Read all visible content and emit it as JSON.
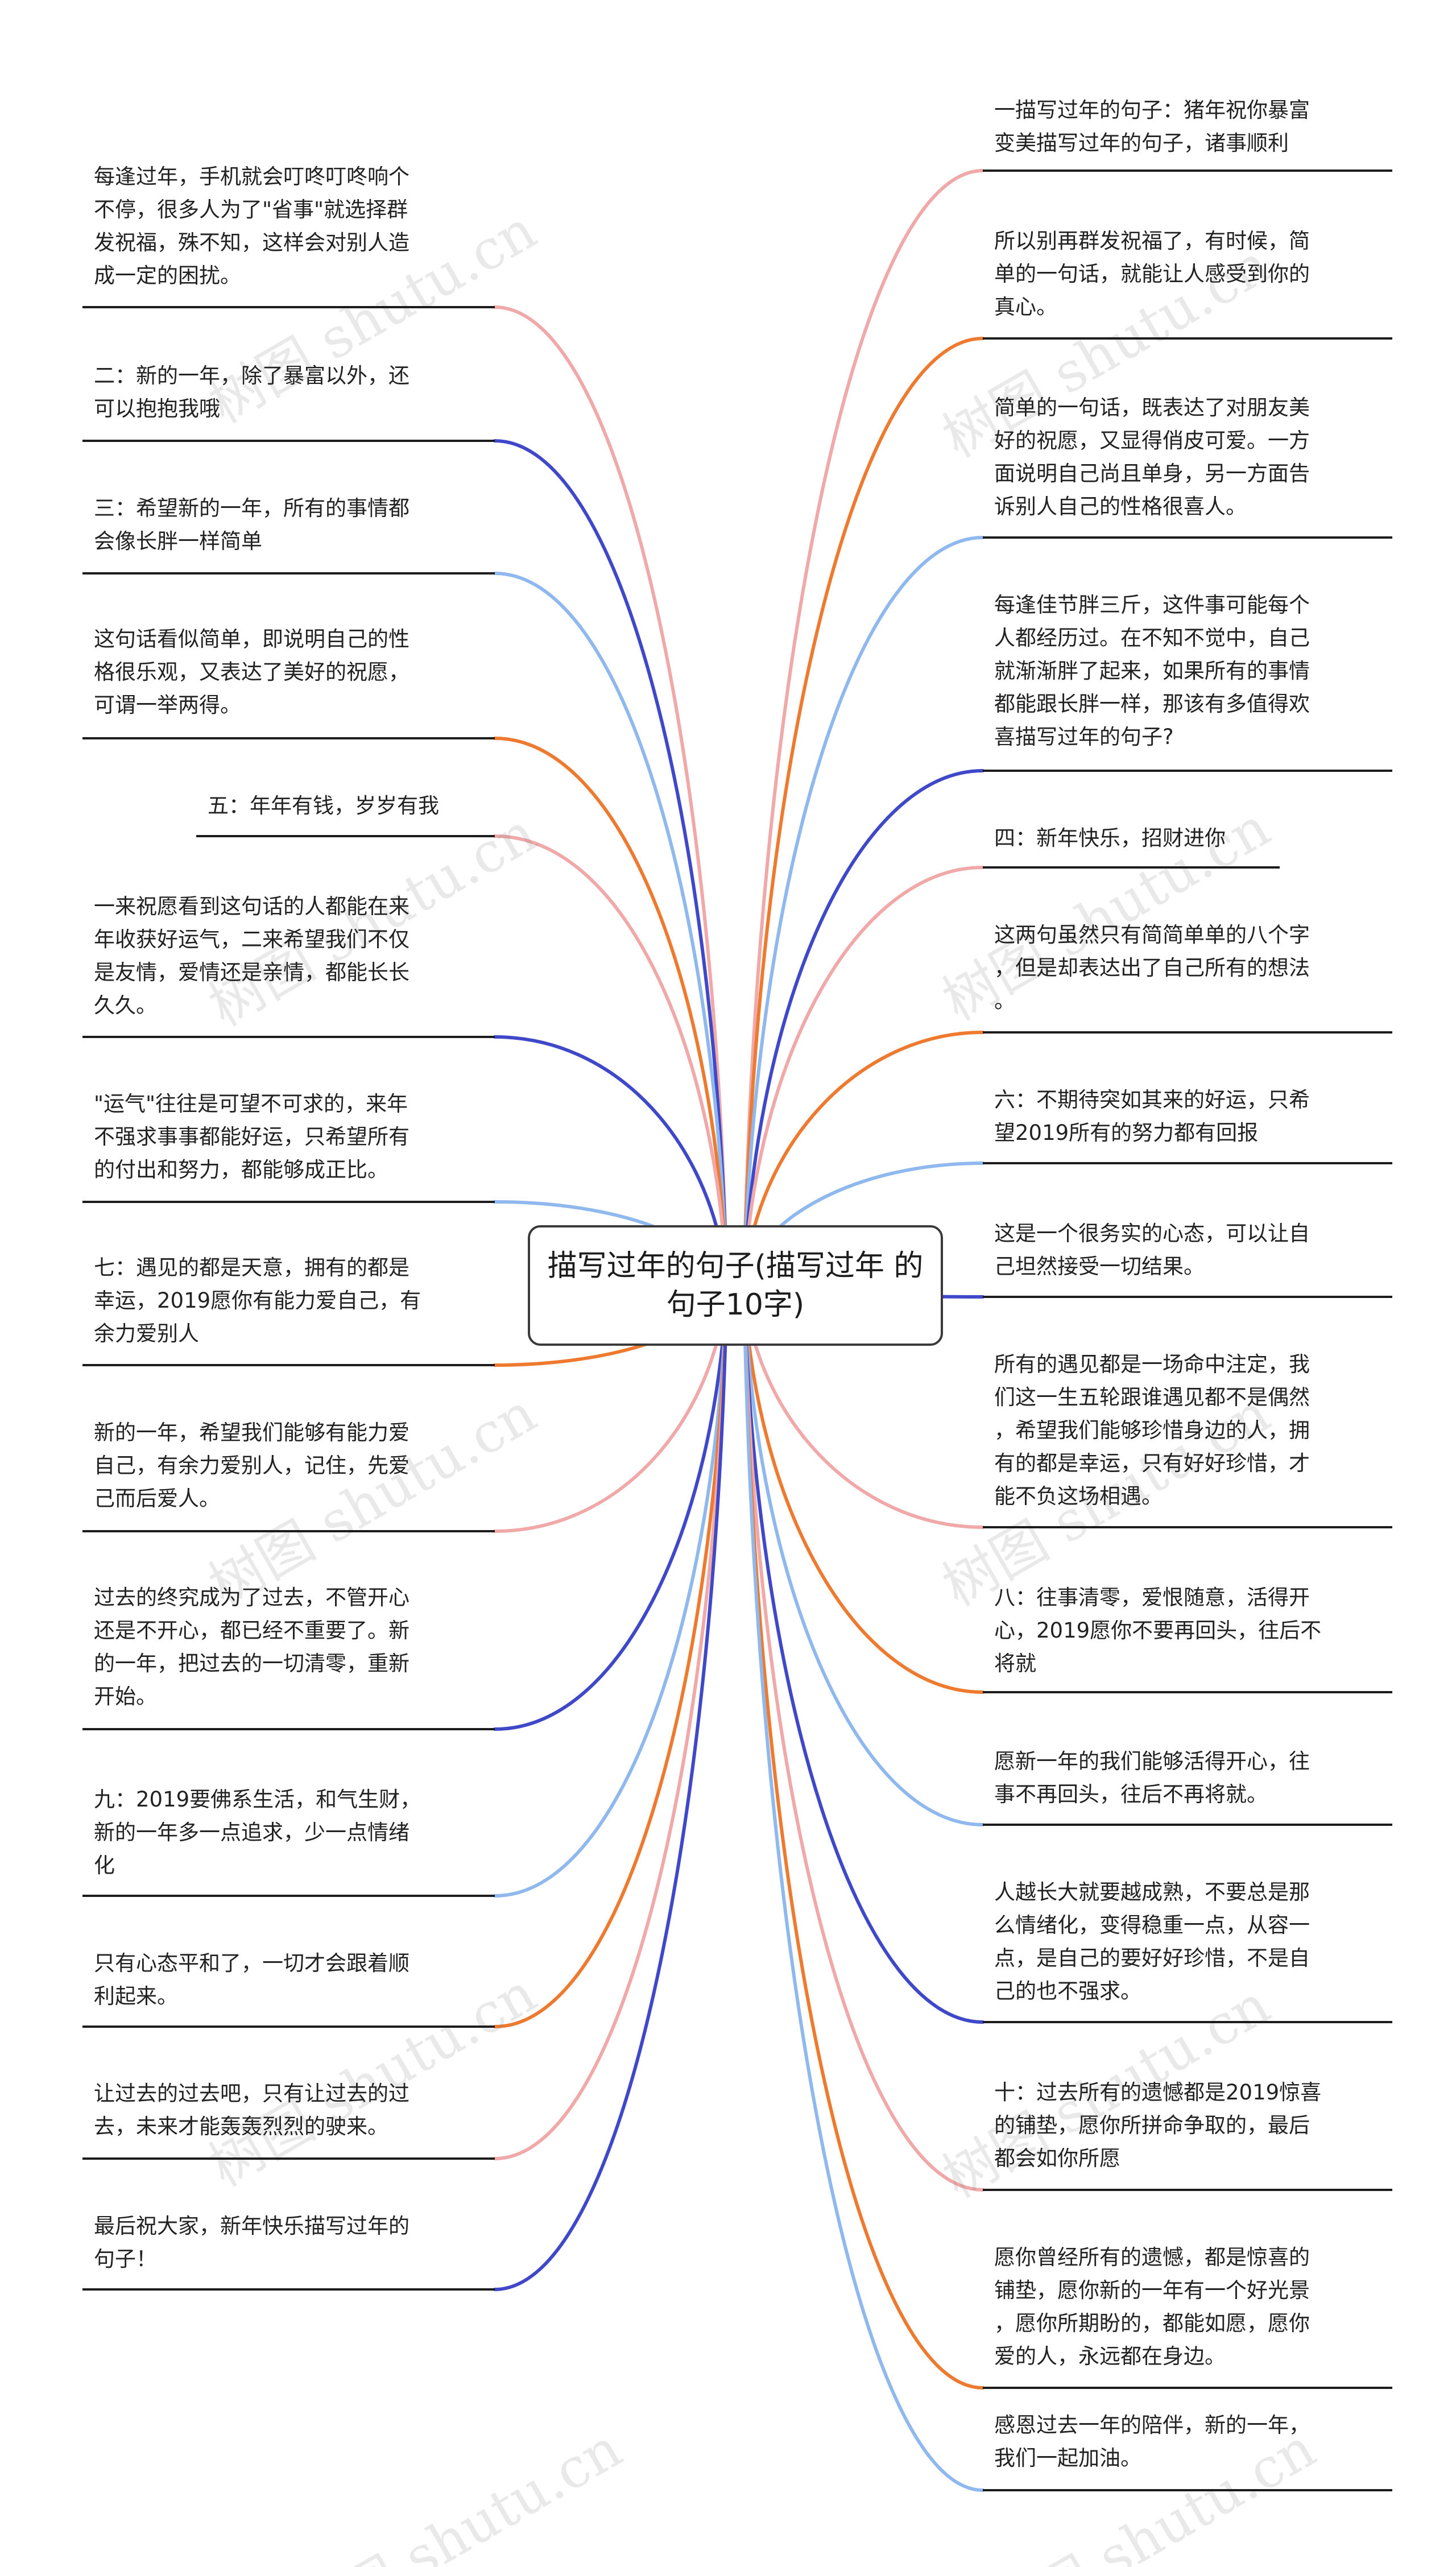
{
  "center": {
    "label": "描写过年的句子(描写过年\n的句子10字)"
  },
  "colors": {
    "pink": "#f0a8a8",
    "darkblue": "#3f48c8",
    "lightblue": "#8fb8ee",
    "orange": "#ee7a30",
    "center_border": "#3a3a3a",
    "underline": "#1c1c1c"
  },
  "watermark": {
    "text": "树图 shutu.cn"
  },
  "left_nodes": [
    {
      "text": "每逢过年，手机就会叮咚叮咚响个\n不停，很多人为了\"省事\"就选择群\n发祝福，殊不知，这样会对别人造\n成一定的困扰。",
      "color": "pink"
    },
    {
      "text": "二：新的一年，除了暴富以外，还\n可以抱抱我哦",
      "color": "darkblue"
    },
    {
      "text": "三：希望新的一年，所有的事情都\n会像长胖一样简单",
      "color": "lightblue"
    },
    {
      "text": "这句话看似简单，即说明自己的性\n格很乐观，又表达了美好的祝愿，\n可谓一举两得。",
      "color": "orange"
    },
    {
      "text": "五：年年有钱，岁岁有我",
      "color": "pink"
    },
    {
      "text": "一来祝愿看到这句话的人都能在来\n年收获好运气，二来希望我们不仅\n是友情，爱情还是亲情，都能长长\n久久。",
      "color": "darkblue"
    },
    {
      "text": "\"运气\"往往是可望不可求的，来年\n不强求事事都能好运，只希望所有\n的付出和努力，都能够成正比。",
      "color": "lightblue"
    },
    {
      "text": "七：遇见的都是天意，拥有的都是\n幸运，2019愿你有能力爱自己，有\n余力爱别人",
      "color": "orange"
    },
    {
      "text": "新的一年，希望我们能够有能力爱\n自己，有余力爱别人，记住，先爱\n己而后爱人。",
      "color": "pink"
    },
    {
      "text": "过去的终究成为了过去，不管开心\n还是不开心，都已经不重要了。新\n的一年，把过去的一切清零，重新\n开始。",
      "color": "darkblue"
    },
    {
      "text": "九：2019要佛系生活，和气生财，\n新的一年多一点追求，少一点情绪\n化",
      "color": "lightblue"
    },
    {
      "text": "只有心态平和了，一切才会跟着顺\n利起来。",
      "color": "orange"
    },
    {
      "text": "让过去的过去吧，只有让过去的过\n去，未来才能轰轰烈烈的驶来。",
      "color": "pink"
    },
    {
      "text": "最后祝大家，新年快乐描写过年的\n句子！",
      "color": "darkblue"
    }
  ],
  "right_nodes": [
    {
      "text": "一描写过年的句子：猪年祝你暴富\n变美描写过年的句子，诸事顺利",
      "color": "pink"
    },
    {
      "text": "所以别再群发祝福了，有时候，简\n单的一句话，就能让人感受到你的\n真心。",
      "color": "orange"
    },
    {
      "text": "简单的一句话，既表达了对朋友美\n好的祝愿，又显得俏皮可爱。一方\n面说明自己尚且单身，另一方面告\n诉别人自己的性格很喜人。",
      "color": "lightblue"
    },
    {
      "text": "每逢佳节胖三斤，这件事可能每个\n人都经历过。在不知不觉中，自己\n就渐渐胖了起来，如果所有的事情\n都能跟长胖一样，那该有多值得欢\n喜描写过年的句子?",
      "color": "darkblue"
    },
    {
      "text": "四：新年快乐，招财进你",
      "color": "pink"
    },
    {
      "text": "这两句虽然只有简简单单的八个字\n，但是却表达出了自己所有的想法\n。",
      "color": "orange"
    },
    {
      "text": "六：不期待突如其来的好运，只希\n望2019所有的努力都有回报",
      "color": "lightblue"
    },
    {
      "text": "这是一个很务实的心态，可以让自\n己坦然接受一切结果。",
      "color": "darkblue"
    },
    {
      "text": "所有的遇见都是一场命中注定，我\n们这一生五轮跟谁遇见都不是偶然\n，希望我们能够珍惜身边的人，拥\n有的都是幸运，只有好好珍惜，才\n能不负这场相遇。",
      "color": "pink"
    },
    {
      "text": "八：往事清零，爱恨随意，活得开\n心，2019愿你不要再回头，往后不\n将就",
      "color": "orange"
    },
    {
      "text": "愿新一年的我们能够活得开心，往\n事不再回头，往后不再将就。",
      "color": "lightblue"
    },
    {
      "text": "人越长大就要越成熟，不要总是那\n么情绪化，变得稳重一点，从容一\n点，是自己的要好好珍惜，不是自\n己的也不强求。",
      "color": "darkblue"
    },
    {
      "text": "十：过去所有的遗憾都是2019惊喜\n的铺垫，愿你所拼命争取的，最后\n都会如你所愿",
      "color": "pink"
    },
    {
      "text": "愿你曾经所有的遗憾，都是惊喜的\n铺垫，愿你新的一年有一个好光景\n，愿你所期盼的，都能如愿，愿你\n爱的人，永远都在身边。",
      "color": "orange"
    },
    {
      "text": "感恩过去一年的陪伴，新的一年，\n我们一起加油。",
      "color": "lightblue"
    }
  ]
}
